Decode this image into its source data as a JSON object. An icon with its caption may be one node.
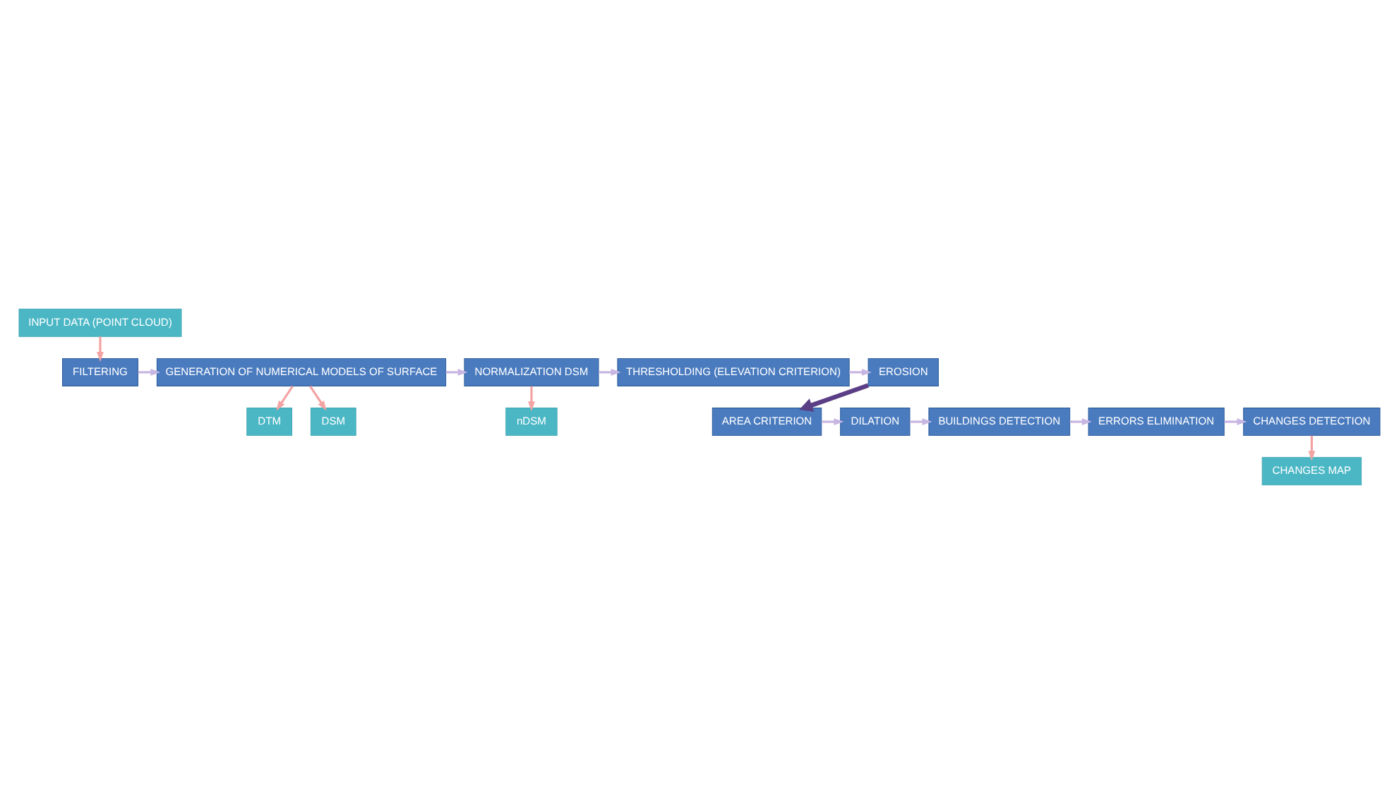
{
  "diagram": {
    "nodes": [
      {
        "text": [
          "INPUT DATA (POINT CLOUD)"
        ]
      },
      {
        "text": [
          "FILTERING"
        ]
      },
      {
        "text": [
          "GENERATION OF NUMERICAL MODELS OF SURFACE"
        ]
      },
      {
        "text": [
          "NORMALIZATION DSM"
        ]
      },
      {
        "text": [
          "THRESHOLDING (ELEVATION CRITERION)"
        ]
      },
      {
        "text": [
          "EROSION"
        ]
      },
      {
        "text": [
          "DTM"
        ]
      },
      {
        "text": [
          "DSM"
        ]
      },
      {
        "text": [
          "nDSM"
        ]
      },
      {
        "text": [
          "AREA CRITERION"
        ]
      },
      {
        "text": [
          "DILATION"
        ]
      },
      {
        "text": [
          "BUILDINGS DETECTION"
        ]
      },
      {
        "text": [
          "ERRORS ELIMINATION"
        ]
      },
      {
        "text": [
          "CHANGES DETECTION"
        ]
      },
      {
        "text": [
          "CHANGES MAP"
        ]
      }
    ],
    "edges": [
      {
        "from": 0,
        "to": 1,
        "arrow": "to",
        "color": "#f4a3a3"
      },
      {
        "from": 1,
        "to": 2,
        "arrow": "to"
      },
      {
        "from": 2,
        "to": 6,
        "arrow": "to",
        "color": "#f4a3a3"
      },
      {
        "from": 2,
        "to": 7,
        "arrow": "to",
        "color": "#f4a3a3"
      },
      {
        "from": 2,
        "to": 3,
        "arrow": "to"
      },
      {
        "from": 3,
        "to": 8,
        "arrow": "to",
        "color": "#f4a3a3"
      },
      {
        "from": 3,
        "to": 4,
        "arrow": "to"
      },
      {
        "from": 4,
        "to": 5,
        "arrow": "to"
      },
      {
        "from": 5,
        "to": 9,
        "arrow": "to",
        "style": "thick",
        "color": "#5b3f86"
      },
      {
        "from": 9,
        "to": 10,
        "arrow": "to"
      },
      {
        "from": 10,
        "to": 11,
        "arrow": "to"
      },
      {
        "from": 11,
        "to": 12,
        "arrow": "to"
      },
      {
        "from": 12,
        "to": 13,
        "arrow": "to"
      },
      {
        "from": 13,
        "to": 14,
        "arrow": "to",
        "color": "#f4a3a3"
      }
    ]
  }
}
